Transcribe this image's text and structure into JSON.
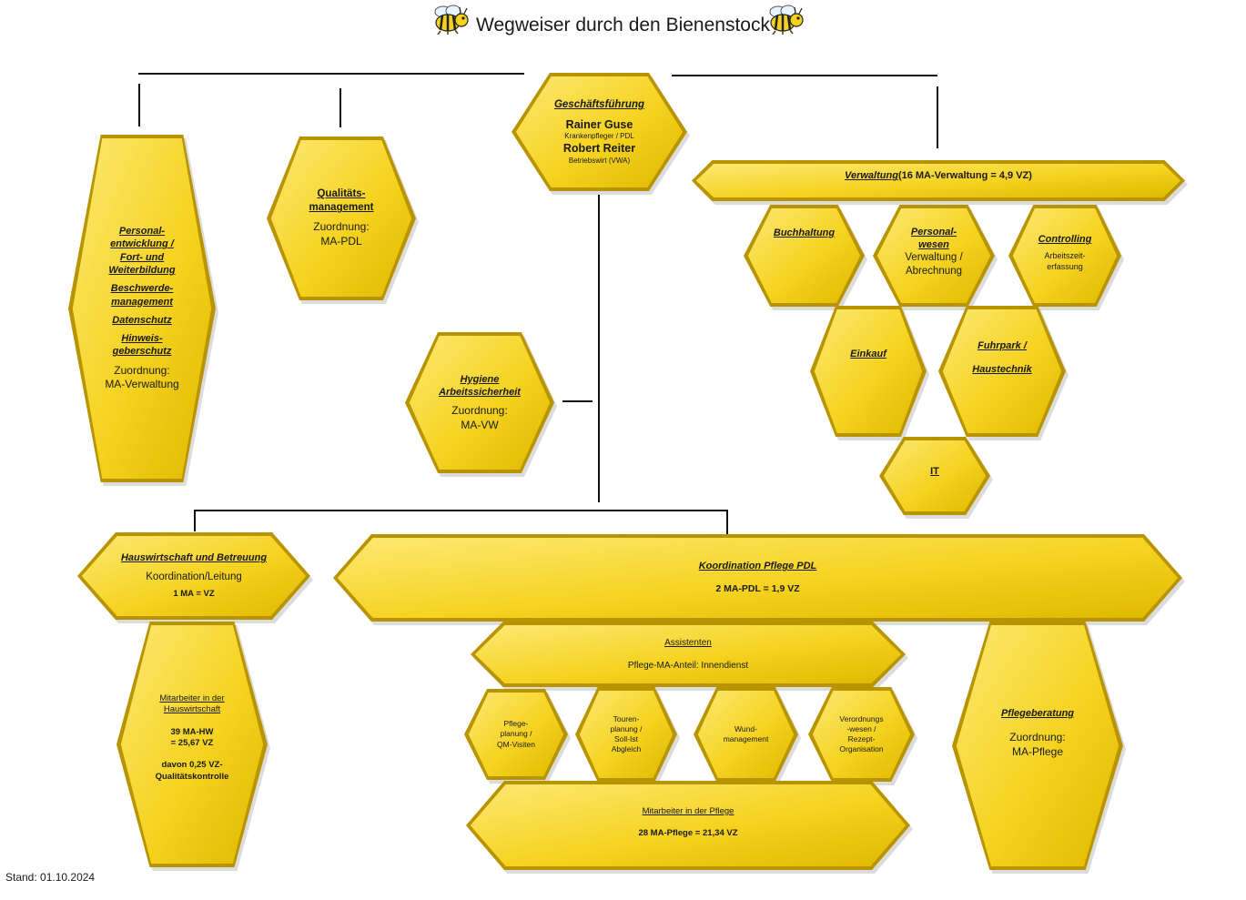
{
  "title": "Wegweiser durch den Bienenstock",
  "stand": "Stand: 01.10.2024",
  "colors": {
    "honey": "#f5d320",
    "honey_light": "#fde873",
    "honey_dark": "#b89400",
    "line": "#111111"
  },
  "gf": {
    "heading": "Geschäftsführung",
    "name1": "Rainer Guse",
    "role1": "Krankenpfleger / PDL",
    "name2": "Robert Reiter",
    "role2": "Betriebswirt (VWA)"
  },
  "personal": {
    "h1a": "Personal-",
    "h1b": "entwicklung /",
    "h1c": "Fort- und",
    "h1d": "Weiterbildung",
    "h2a": "Beschwerde-",
    "h2b": "management",
    "h3": "Datenschutz",
    "h4a": "Hinweis-",
    "h4b": "geberschutz",
    "z1": "Zuordnung:",
    "z2": "MA-Verwaltung"
  },
  "qm": {
    "h1": "Qualitäts-",
    "h2": "management",
    "z1": "Zuordnung:",
    "z2": "MA-PDL"
  },
  "hygiene": {
    "h1": "Hygiene",
    "h2": "Arbeitssicherheit",
    "z1": "Zuordnung:",
    "z2": "MA-VW"
  },
  "verwaltung": {
    "heading": "Verwaltung",
    "detail": " (16 MA-Verwaltung = 4,9 VZ)"
  },
  "buchhaltung": {
    "heading": "Buchhaltung"
  },
  "personalwesen": {
    "h1": "Personal-",
    "h2": "wesen",
    "t1": "Verwaltung /",
    "t2": "Abrechnung"
  },
  "controlling": {
    "heading": "Controlling",
    "t1": "Arbeitszeit-",
    "t2": "erfassung"
  },
  "einkauf": {
    "heading": "Einkauf"
  },
  "fuhrpark": {
    "h1": "Fuhrpark /",
    "h2": "Haustechnik"
  },
  "it": {
    "heading": "IT"
  },
  "hauswirtschaft": {
    "heading": "Hauswirtschaft und Betreuung",
    "sub": "Koordination/Leitung",
    "ma": "1 MA = VZ"
  },
  "mitarbeiter_hw": {
    "h1": "Mitarbeiter in der",
    "h2": "Hauswirtschaft",
    "c1": "39 MA-HW",
    "c2": "= 25,67 VZ",
    "d1": "davon 0,25 VZ-",
    "d2": "Qualitätskontrolle"
  },
  "koordination": {
    "heading": "Koordination Pflege PDL",
    "ma": "2 MA-PDL = 1,9 VZ"
  },
  "assistenten": {
    "heading": "Assistenten",
    "sub": "Pflege-MA-Anteil: Innendienst"
  },
  "pflegeplanung": {
    "l1": "Pflege-",
    "l2": "planung /",
    "l3": "QM-Visiten"
  },
  "tourenplanung": {
    "l1": "Touren-",
    "l2": "planung /",
    "l3": "Soll-Ist",
    "l4": "Abgleich"
  },
  "wund": {
    "l1": "Wund-",
    "l2": "management"
  },
  "verordnung": {
    "l1": "Verordnungs",
    "l2": "-wesen /",
    "l3": "Rezept-",
    "l4": "Organisation"
  },
  "mitarbeiter_pflege": {
    "heading": "Mitarbeiter in der Pflege",
    "ma": "28 MA-Pflege = 21,34 VZ"
  },
  "pflegeberatung": {
    "heading": "Pflegeberatung",
    "z1": "Zuordnung:",
    "z2": "MA-Pflege"
  }
}
